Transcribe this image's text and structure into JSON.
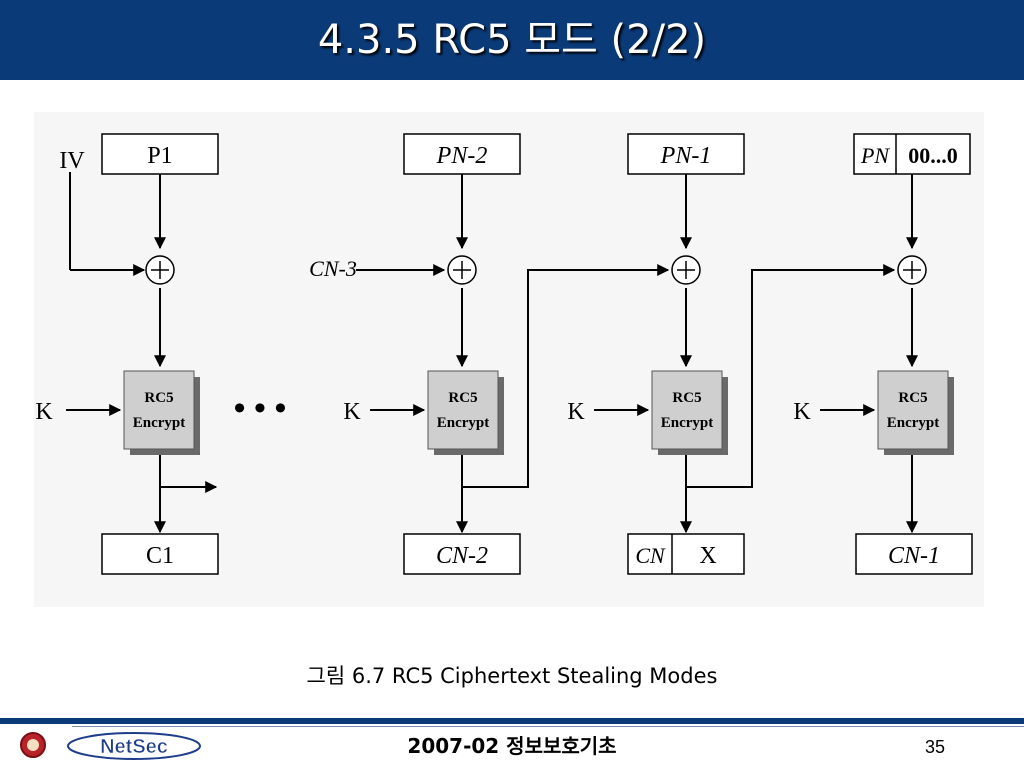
{
  "slide": {
    "title": "4.3.5 RC5 모드 (2/2)",
    "caption": "그림 6.7 RC5 Ciphertext Stealing Modes",
    "footer": "2007-02 정보보호기초",
    "page_number": "35"
  },
  "logo": {
    "text": "NetSec"
  },
  "diagram": {
    "inputs": {
      "p1": "P1",
      "pn2": "PN-2",
      "pn1": "PN-1",
      "pn": "PN",
      "padding": "00...0"
    },
    "side_inputs": {
      "iv": "IV",
      "cn3": "CN-3"
    },
    "key_label": "K",
    "encrypt_line1": "RC5",
    "encrypt_line2": "Encrypt",
    "ellipsis": "• • •",
    "outputs": {
      "c1": "C1",
      "cn2": "CN-2",
      "cn": "CN",
      "x": "X",
      "cn1": "CN-1"
    }
  }
}
